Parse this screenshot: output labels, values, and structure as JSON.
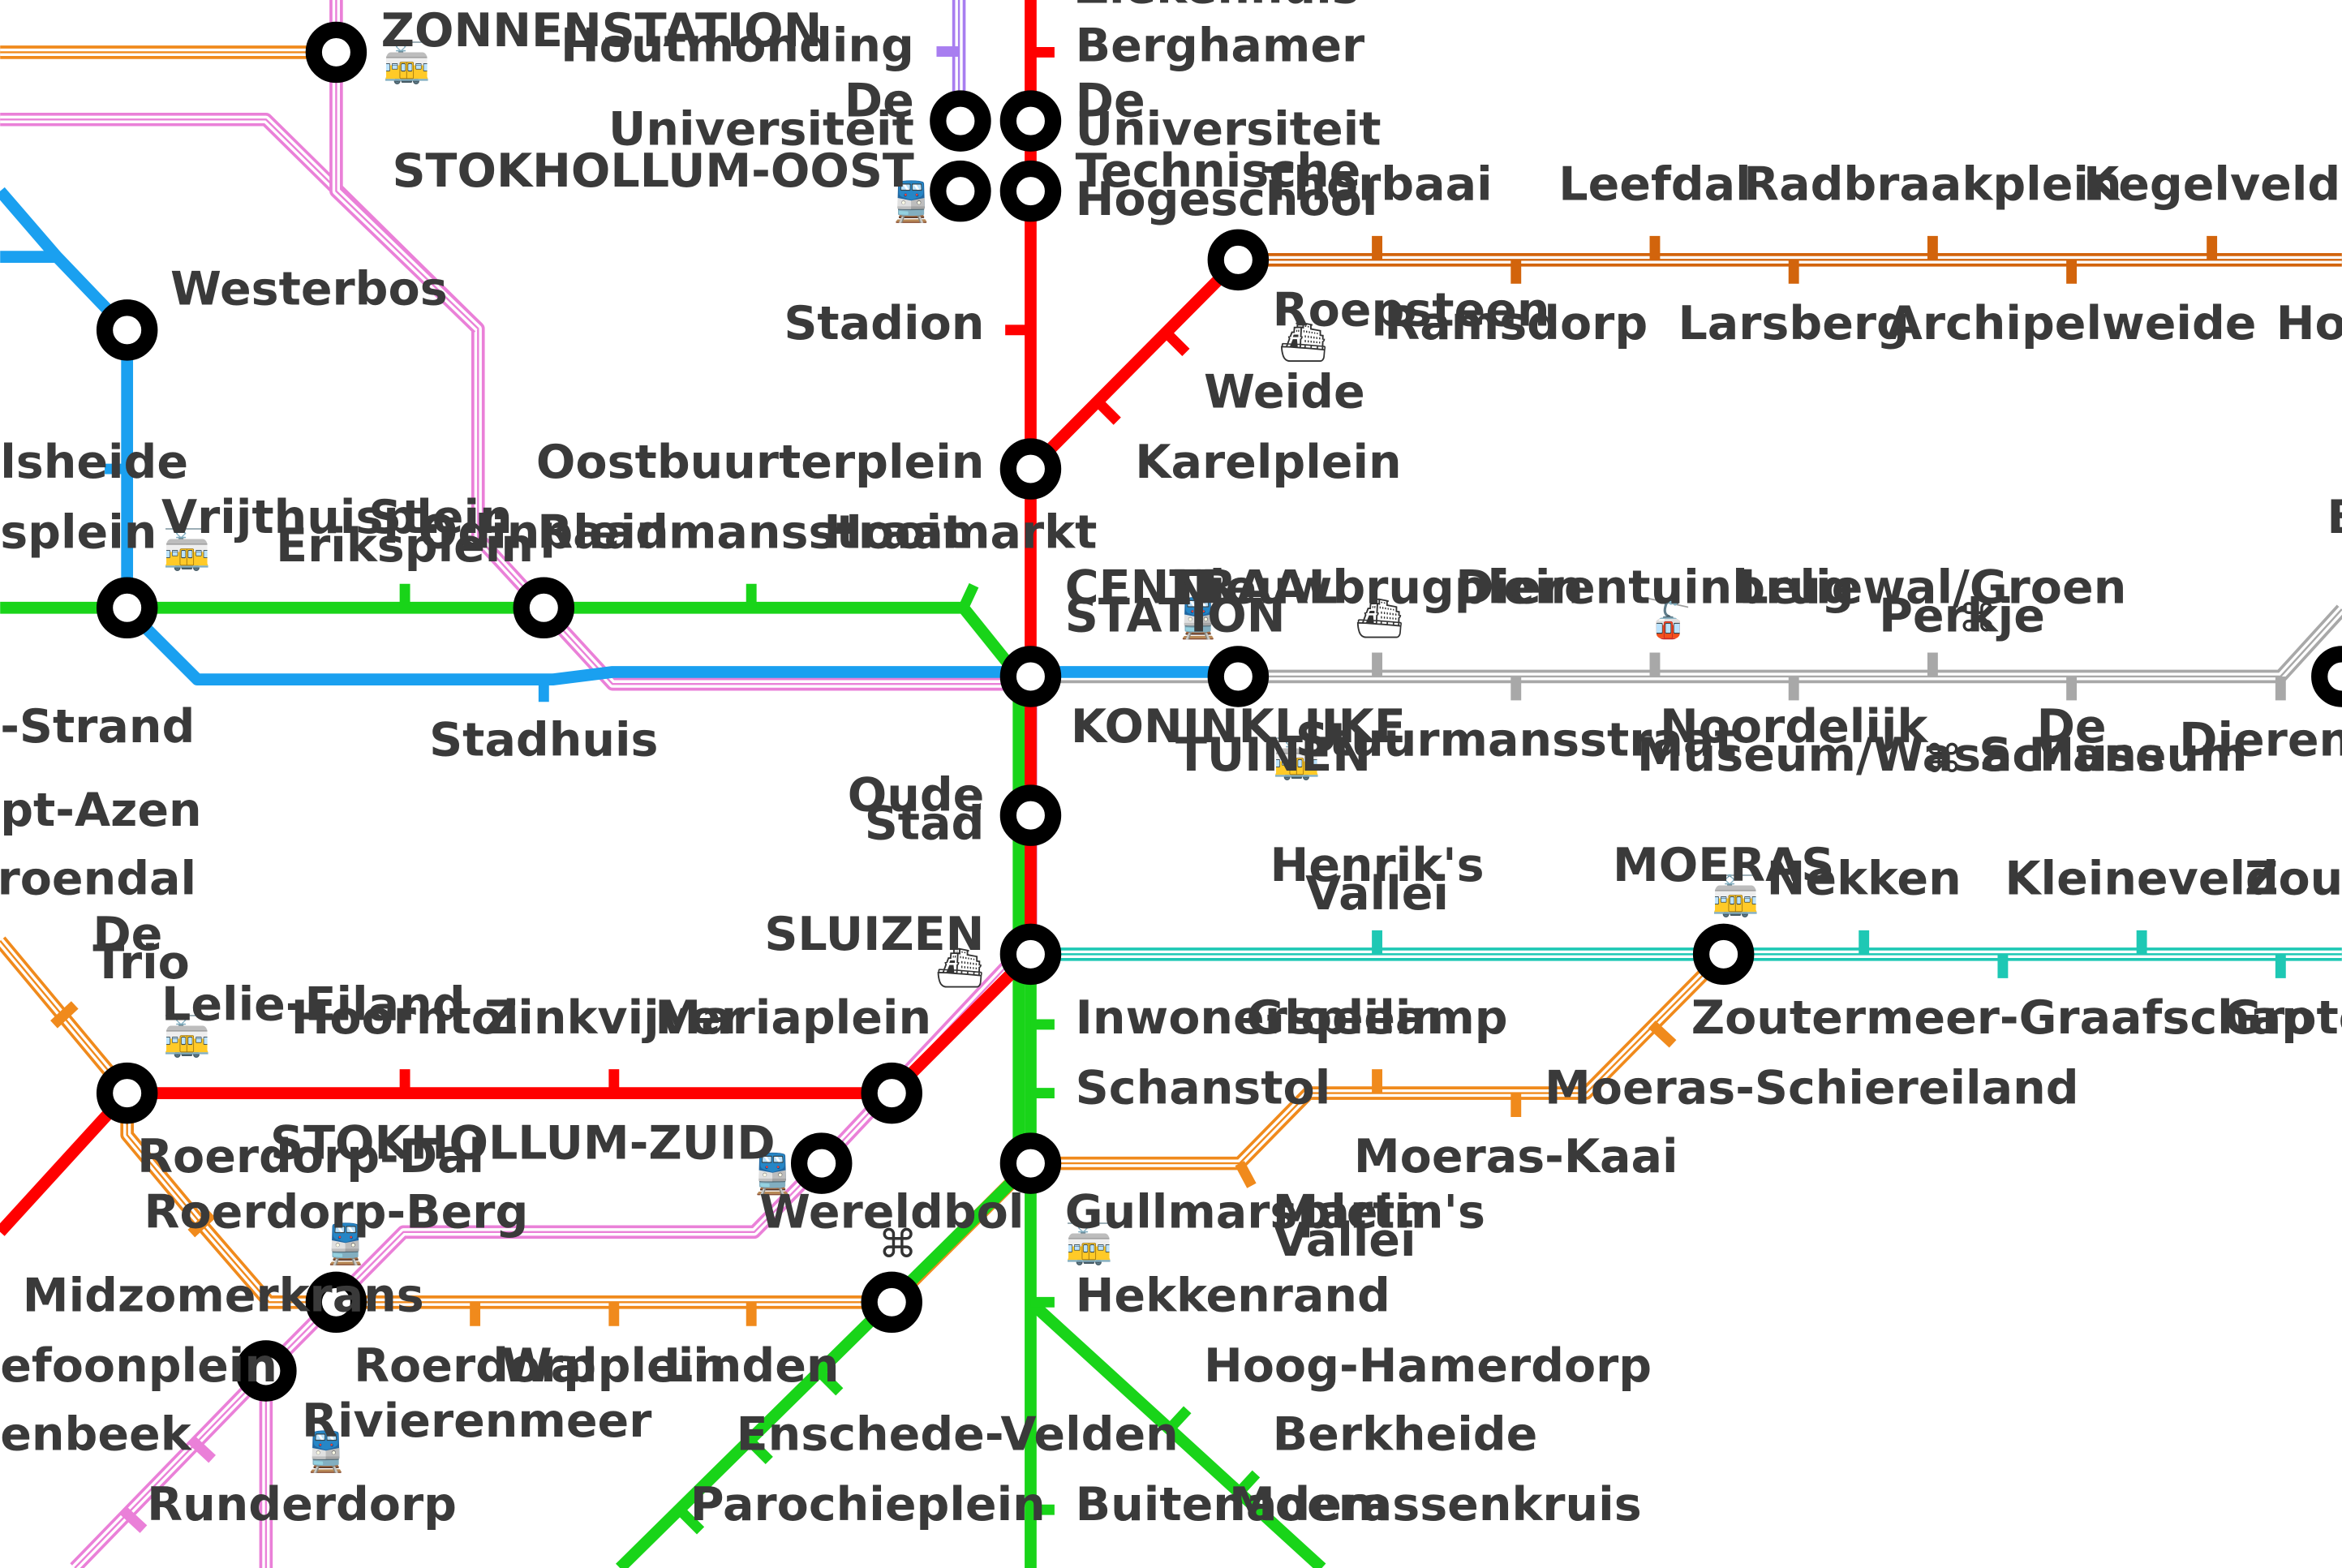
{
  "colors": {
    "red": "#ff0000",
    "green": "#19d419",
    "blue": "#1aa0f0",
    "orange": "#f08a1c",
    "dark_orange": "#d2640c",
    "pink": "#ea80d8",
    "gray": "#a8a8a8",
    "teal": "#1ec8b4",
    "purple": "#a87ef0"
  },
  "icons": {
    "train": "train-icon",
    "tram": "tram-icon",
    "ferry": "ferry-icon",
    "cable_car": "cable-car-icon",
    "museum": "museum-icon"
  },
  "stations": {
    "zonnenstation": "ZONNENSTATION",
    "houtmonding": "Houtmonding",
    "ziekenhuis": "Ziekenhuis",
    "berghamer": "Berghamer",
    "de_universiteit_w_1": "De",
    "de_universiteit_w_2": "Universiteit",
    "de_universiteit_e_1": "De",
    "de_universiteit_e_2": "Universiteit",
    "stokhollum_oost": "STOKHOLLUM-OOST",
    "technische_1": "Technische",
    "technische_2": "Hogeschool",
    "thorbaai": "Thorbaai",
    "leefdal": "Leefdal",
    "radbraakplein": "Radbraakplein",
    "kegelveld": "Kegelveld",
    "westerbos": "Westerbos",
    "stadion": "Stadion",
    "roepsteen": "Roepsteen",
    "ramsdorp": "Ramsdorp",
    "larsberg": "Larsberg",
    "archipelweide": "Archipelweide",
    "hoog_edge": "Hoog",
    "weide": "Weide",
    "heide_edge": "lsheide",
    "oostbuurterplein": "Oostbuurterplein",
    "karelplein": "Karelplein",
    "plein_edge": "splein",
    "vrijthuisplein": "Vrijthuisplein",
    "st_eriksplein_1": "St.",
    "st_eriksplein_2": "Eriksplein",
    "odinplein": "Odinplein",
    "raadmansstraat": "Raadmansstraat",
    "hooimarkt": "Hooimarkt",
    "b_edge": "B",
    "centraal_1": "CENTRAAL",
    "centraal_2": "STATION",
    "nieuwbrugplein": "Nieuwbrugplein",
    "dierentuinbrug": "Dierentuinbrug",
    "leliewal_1": "Leliewal/Groen",
    "leliewal_2": "Perkje",
    "strand_edge": "-Strand",
    "stadhuis": "Stadhuis",
    "koninklijke_1": "KONINKLIJKE",
    "koninklijke_2": "TUINEN",
    "stuurmansstraat": "Stuurmansstraat",
    "noordelijk_1": "Noordelijk",
    "noordelijk_2": "Museum/Wasa Museum",
    "de_schans_1": "De",
    "de_schans_2": "Schans",
    "dierentuinsch_edge": "Dierentuinsch",
    "azen_edge": "pt-Azen",
    "oude_stad_1": "Oude",
    "oude_stad_2": "Stad",
    "groendal": "Groendal",
    "henriks_1": "Henrik's",
    "henriks_2": "Vallei",
    "moeras": "MOERAS",
    "nekken": "Nekken",
    "kleineveld": "Kleineveld",
    "zouterm_edge": "Zouterm",
    "de_trio_1": "De",
    "de_trio_2": "Trio",
    "sluizen": "SLUIZEN",
    "lelie_eiland": "Lelie-Eiland",
    "hoorntol": "Hoorntol",
    "zinkvijver": "Zinkvijver",
    "mariaplein": "Mariaplein",
    "inwonersplein": "Inwonersplein",
    "gloeilamp": "Gloeilamp",
    "zoutermeer_graafschap": "Zoutermeer-Graafschap",
    "groteveld": "Groteveld",
    "schanstol": "Schanstol",
    "moeras_schiereiland": "Moeras-Schiereiland",
    "roerdorp_dal": "Roerdorp-Dal",
    "stokhollum_zuid": "STOKHOLLUM-ZUID",
    "moeras_kaai": "Moeras-Kaai",
    "roerdorp_berg": "Roerdorp-Berg",
    "wereldbol": "Wereldbol",
    "gullmarsplein": "Gullmarsplein",
    "martins_1": "Martin's",
    "martins_2": "Vallei",
    "midzomerkrans": "Midzomerkrans",
    "hekkenrand": "Hekkenrand",
    "efoonplein_edge": "efoonplein",
    "roerdorp": "Roerdorp",
    "walplein": "Walplein",
    "linden": "Linden",
    "hoog_hamerdorp": "Hoog-Hamerdorp",
    "enbeek_edge": "enbeek",
    "rivierenmeer": "Rivierenmeer",
    "enschede_velden": "Enschede-Velden",
    "berkheide": "Berkheide",
    "runderdorp": "Runderdorp",
    "parochieplein": "Parochieplein",
    "buitenadem": "Buitenadem",
    "moerassenkruis": "Moerassenkruis"
  }
}
